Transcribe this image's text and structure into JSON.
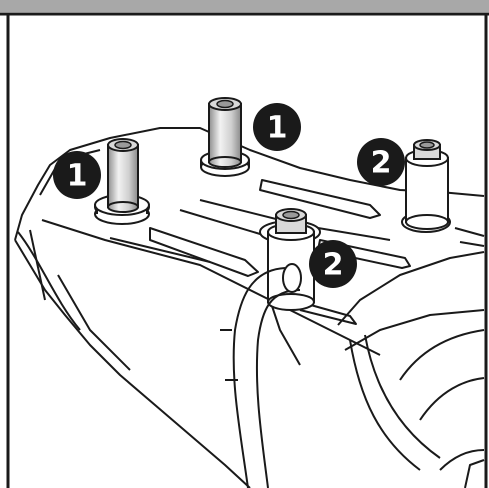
{
  "colors": {
    "top_bar": "#a8a8a8",
    "frame": "#1a1a1a",
    "line": "#1a1a1a",
    "spacer_fill": "#d9d9d9",
    "spacer_shade": "#9a9a9a",
    "background": "#ffffff"
  },
  "callouts": [
    {
      "id": "c1a",
      "text": "1"
    },
    {
      "id": "c1b",
      "text": "1"
    },
    {
      "id": "c2a",
      "text": "2"
    },
    {
      "id": "c2b",
      "text": "2"
    }
  ],
  "icons": [
    "spacer-icon",
    "hose-icon",
    "callout-badge-icon"
  ]
}
